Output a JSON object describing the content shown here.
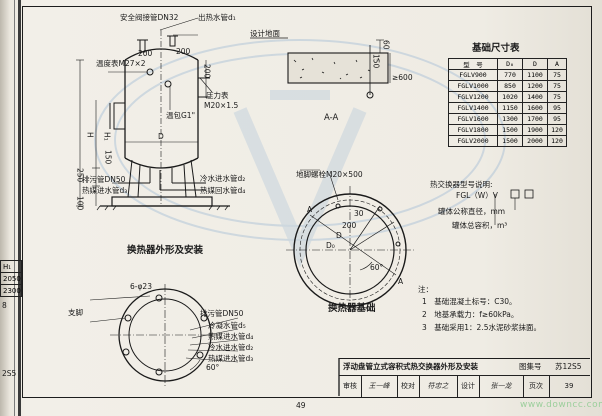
{
  "side_table": {
    "header": "H₁",
    "values": [
      "2050",
      "2300"
    ],
    "page_marker": "8",
    "code_marker": "2S5"
  },
  "elevation": {
    "safety_valve": "安全阀接管DN32",
    "hot_water_out": "出热水管d₁",
    "thermometer": "温度表M27×2",
    "pressure_gauge": "压力表",
    "pressure_gauge_thread": "M20×1.5",
    "temp_bulb": "温包G1\"",
    "dim_200_top": "200",
    "dim_200_mid": "200",
    "dim_200_right": "200",
    "dim_150": "150",
    "dim_250": "250",
    "dim_100": "100",
    "dim_H1": "H₁",
    "dim_H": "H",
    "dim_D": "D",
    "drain": "排污管DN50",
    "heat_in": "热媒进水管d₃",
    "cold_in": "冷水进水管d₂",
    "heat_return": "热媒回水管d₄",
    "caption": "换热器外形及安装"
  },
  "section_aa": {
    "floor_label": "设计地面",
    "dim_60": "60",
    "dim_150": "150",
    "dim_600": "≥600",
    "caption": "A-A"
  },
  "foundation_plan": {
    "anchor_bolt": "地脚螺栓M20×500",
    "dim_30": "30",
    "dim_200": "200",
    "dim_D": "D",
    "dim_D0": "D₀",
    "label_A_left": "A",
    "label_A_right": "A",
    "angle": "60°",
    "caption": "换热器基础"
  },
  "plan_view": {
    "holes": "6-φ23",
    "support_leg": "支脚",
    "drain": "排污管DN50",
    "condensate": "冷凝水管d₅",
    "heat_return": "热媒进水管d₄",
    "cold_in": "冷水进水管d₂",
    "heat_in": "热媒进水管d₃",
    "angle": "60°"
  },
  "foundation_table": {
    "title": "基础尺寸表",
    "headers": [
      "型　号",
      "D₀",
      "D",
      "A"
    ],
    "rows": [
      [
        "FGLV900",
        "770",
        "1100",
        "75"
      ],
      [
        "FGLV1000",
        "850",
        "1200",
        "75"
      ],
      [
        "FGLV1200",
        "1020",
        "1400",
        "75"
      ],
      [
        "FGLV1400",
        "1150",
        "1600",
        "95"
      ],
      [
        "FGLV1600",
        "1300",
        "1700",
        "95"
      ],
      [
        "FGLV1800",
        "1500",
        "1900",
        "120"
      ],
      [
        "FGLV2000",
        "1500",
        "2000",
        "120"
      ]
    ]
  },
  "model_legend": {
    "title": "热交换器型号说明:",
    "code": "FGL（W）V",
    "tank_diameter": "罐体公称直径，mm",
    "tank_volume": "罐体总容积，m³"
  },
  "notes": {
    "heading": "注：",
    "items": [
      "1　基础混凝土标号：C30。",
      "2　地基承载力：f≥60kPa。",
      "3　基础采用1：2.5水泥砂浆抹面。"
    ]
  },
  "title_block": {
    "title": "浮动盘管立式容积式热交换器外形及安装",
    "atlas_label": "图集号",
    "atlas_no": "苏12S5",
    "review_label": "审核",
    "review_sign": "王一峰",
    "check_label": "校对",
    "check_sign": "符忠之",
    "design_label": "设计",
    "design_sign": "张一龙",
    "page_label": "页次",
    "page_no": "39"
  },
  "page_number": "49",
  "watermark": "www.downcc.com",
  "colors": {
    "ink": "#1a1a1a",
    "paper": "#efece4",
    "stamp_blue": "#7fa3c8",
    "watermark_green": "#9ccf9c"
  }
}
